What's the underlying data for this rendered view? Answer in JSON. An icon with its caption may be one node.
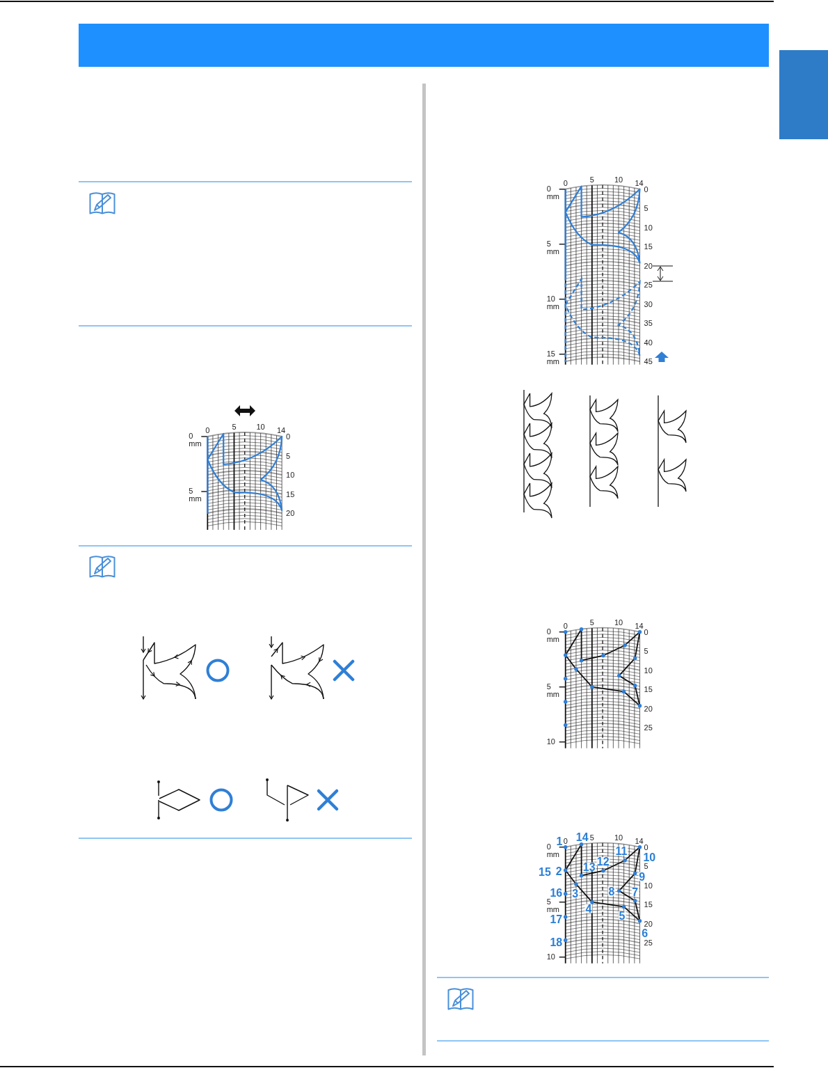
{
  "diagram": {
    "nodes": [
      {
        "text": [],
        "shape": "box"
      }
    ],
    "labels": [
      "0",
      "5",
      "10",
      "14",
      "0 mm",
      "5 mm",
      "0",
      "5",
      "10",
      "15",
      "20",
      "0",
      "5",
      "10",
      "14",
      "0 mm",
      "5 mm",
      "10 mm",
      "15 mm",
      "0",
      "5",
      "10",
      "15",
      "20",
      "25",
      "30",
      "35",
      "40",
      "45",
      "0",
      "5",
      "10",
      "14",
      "0 mm",
      "5 mm",
      "10",
      "0",
      "5",
      "10",
      "15",
      "20",
      "25",
      "0",
      "5",
      "10",
      "14",
      "0 mm",
      "5 mm",
      "10",
      "0",
      "5",
      "10",
      "15",
      "20",
      "25",
      "1",
      "14",
      "11",
      "10",
      "13",
      "12",
      "15",
      "2",
      "9",
      "16",
      "3",
      "8",
      "7",
      "4",
      "17",
      "5",
      "6",
      "18"
    ]
  }
}
